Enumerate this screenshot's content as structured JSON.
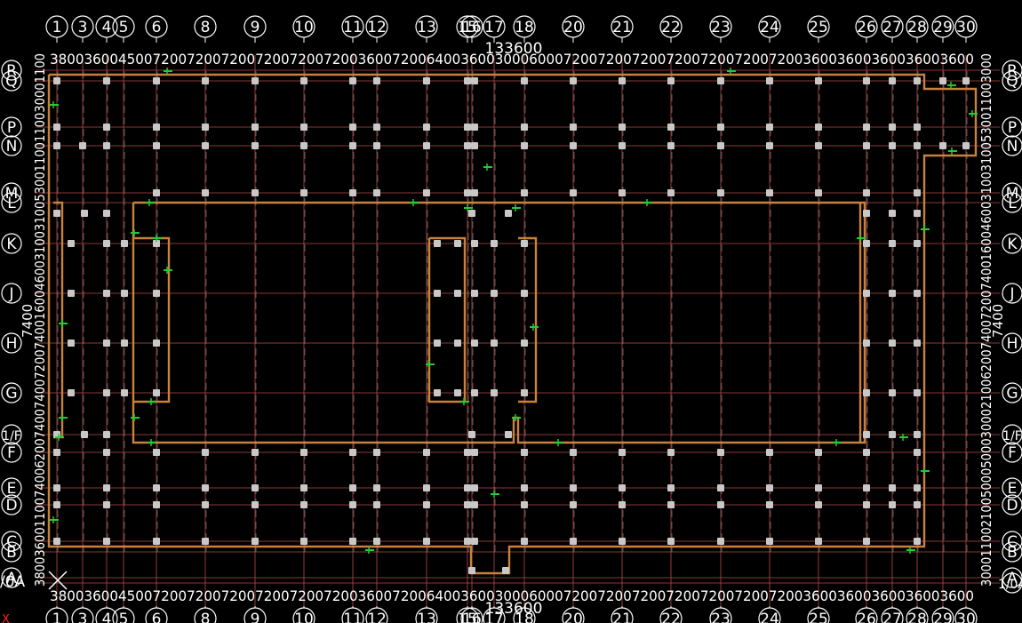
{
  "drawing": {
    "background": "#000000",
    "colors": {
      "axis_line": "#b84a4a",
      "grid_dash": "#6a6a6a",
      "wall": "#c8823c",
      "column": "#c8c8c8",
      "text": "#ffffff",
      "bubble": "#ffffff",
      "rebar": "#22cc33",
      "origin_x": "#ff2020"
    },
    "origin_marker": "X",
    "columns_axis": [
      "1",
      "3",
      "4",
      "5",
      "6",
      "8",
      "9",
      "10",
      "11",
      "12",
      "13",
      "15",
      "16",
      "17",
      "18",
      "20",
      "21",
      "22",
      "23",
      "24",
      "25",
      "26",
      "27",
      "28",
      "29",
      "30"
    ],
    "rows_axis_left": [
      "R",
      "Q",
      "P",
      "N",
      "M",
      "L",
      "K",
      "J",
      "H",
      "G",
      "1/F",
      "F",
      "E",
      "D",
      "C",
      "B",
      "A",
      "1/0A"
    ],
    "rows_axis_right": [
      "R",
      "Q",
      "P",
      "N",
      "M",
      "L",
      "K",
      "J",
      "H",
      "G",
      "1/F",
      "F",
      "E",
      "D",
      "C",
      "B",
      "A",
      "1/0A"
    ],
    "left_row_label_short": "/0A",
    "top_total_dimension": "133600",
    "bottom_total_dimension": "133600",
    "top_span_dimensions": "3800360045007200720072007200720072003600720064003600300060007200720072007200720072007200360036003600360036000",
    "top_dimension_segments": [
      "3800",
      "3600",
      "4500",
      "7200",
      "7200",
      "7200",
      "7200",
      "7200",
      "7200",
      "3600",
      "7200",
      "6400",
      "3600",
      "3000",
      "6000",
      "7200",
      "7200",
      "7200",
      "7200",
      "7200",
      "7200",
      "7200",
      "3600",
      "3600",
      "3600",
      "3600",
      "3600"
    ],
    "bottom_dimension_segments": [
      "3800",
      "3600",
      "4500",
      "7200",
      "7200",
      "7200",
      "7200",
      "7200",
      "7200",
      "3600",
      "7200",
      "6400",
      "3600",
      "3000",
      "6000",
      "7200",
      "7200",
      "7200",
      "7200",
      "7200",
      "7200",
      "7200",
      "3600",
      "3600",
      "3600",
      "3600",
      "3600"
    ],
    "left_dimension_segments": [
      "3800",
      "3600",
      "1100",
      "7400",
      "6200",
      "7400",
      "7400",
      "7200",
      "7400",
      "1600",
      "4600",
      "3100",
      "3100",
      "5300",
      "1100",
      "1100",
      "3000",
      "1100"
    ],
    "left_mid_dimension": "7400",
    "right_dimension_segments": [
      "3000",
      "1100",
      "2100",
      "5000",
      "5000",
      "3000",
      "2100",
      "6200",
      "7400",
      "7200",
      "7400",
      "1600",
      "4600",
      "3100",
      "3100",
      "5300",
      "1100",
      "3000"
    ],
    "right_mid_dimension": "7400"
  }
}
